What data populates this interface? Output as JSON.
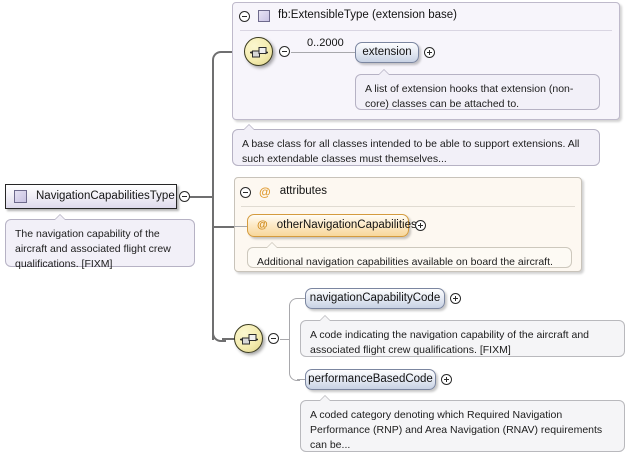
{
  "diagram": {
    "title": "NavigationCapabilitiesType XSD diagram",
    "root": {
      "name": "NavigationCapabilitiesType",
      "icon": "complex-type-square-icon",
      "toggle": "minus-circle-icon",
      "documentation": "The navigation capability of the aircraft and associated flight crew qualifications. [FIXM]"
    },
    "extension_group": {
      "header_label": "fb:ExtensibleType (extension base)",
      "toggle": "minus-circle-icon",
      "icon": "complex-type-square-icon",
      "compositor": "sequence-icon",
      "compositor_toggle": "minus-circle-icon",
      "cardinality": "0..2000",
      "element": {
        "name": "extension",
        "expand": "plus-circle-icon",
        "documentation": "A list of extension hooks that extension (non-core) classes can be attached to."
      },
      "documentation": "A base class for all classes intended to be able to support extensions. All such extendable classes must themselves..."
    },
    "attributes_group": {
      "header_label": "attributes",
      "header_icon": "at-sign-icon",
      "toggle": "minus-circle-icon",
      "attribute": {
        "name": "otherNavigationCapabilities",
        "icon": "at-sign-icon",
        "expand": "plus-circle-icon",
        "documentation": "Additional navigation capabilities available on board the aircraft."
      }
    },
    "sequence_group": {
      "compositor": "sequence-icon",
      "compositor_toggle": "minus-circle-icon",
      "elements": [
        {
          "name": "navigationCapabilityCode",
          "expand": "plus-circle-icon",
          "documentation": "A code indicating the navigation capability of the aircraft and associated flight crew qualifications. [FIXM]"
        },
        {
          "name": "performanceBasedCode",
          "expand": "plus-circle-icon",
          "documentation": "A coded category denoting which Required Navigation Performance (RNP) and Area Navigation (RNAV) requirements can be..."
        }
      ]
    },
    "colors": {
      "element_fill": "#c8d2e4",
      "attribute_fill": "#f8d79b",
      "type_fill": "#dedaec",
      "sequence_fill": "#f4ecb0",
      "connector": "#6f6f70",
      "doc_fill": "#f2f0f8"
    }
  }
}
